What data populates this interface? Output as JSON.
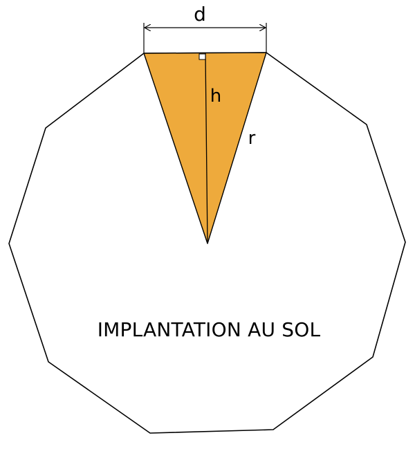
{
  "labels": {
    "d": "d",
    "h": "h",
    "r": "r"
  },
  "caption": "IMPLANTATION AU SOL",
  "colors": {
    "sector_fill": "#EEAA3C",
    "stroke": "#000000",
    "background": "#FFFFFF"
  }
}
